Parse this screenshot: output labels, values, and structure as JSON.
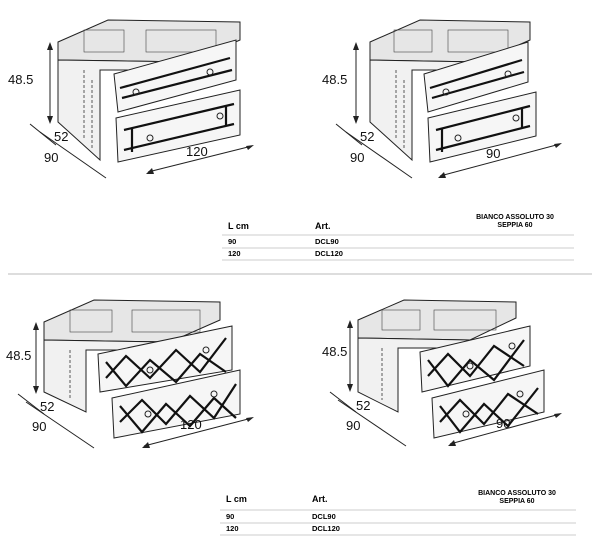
{
  "dimensions": {
    "height": "48.5",
    "depth": "52",
    "width_small": "90",
    "width_large": "120"
  },
  "table_top": {
    "col_length": "L cm",
    "col_art": "Art.",
    "finish_line1": "BIANCO ASSOLUTO 30",
    "finish_line2": "SEPPIA 60",
    "rows": [
      {
        "length": "90",
        "art": "DCL90"
      },
      {
        "length": "120",
        "art": "DCL120"
      }
    ]
  },
  "table_bottom": {
    "col_length": "L cm",
    "col_art": "Art.",
    "finish_line1": "BIANCO ASSOLUTO 30",
    "finish_line2": "SEPPIA 60",
    "rows": [
      {
        "length": "90",
        "art": "DCL90"
      },
      {
        "length": "120",
        "art": "DCL120"
      }
    ]
  }
}
